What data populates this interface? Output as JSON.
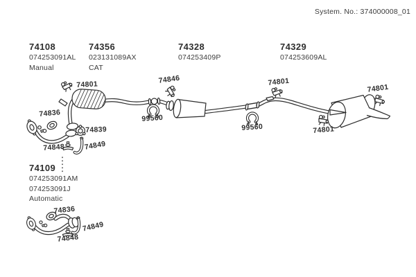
{
  "header": {
    "system_no": "System. No.: 374000008_01"
  },
  "groups": [
    {
      "number": "74108",
      "code": "074253091AL",
      "variant": "Manual"
    },
    {
      "number": "74356",
      "code": "023131089AX",
      "variant": "CAT"
    },
    {
      "number": "74328",
      "code": "074253409P"
    },
    {
      "number": "74329",
      "code": "074253609AL"
    },
    {
      "number": "74109",
      "code": "074253091AM",
      "code2": "074253091J",
      "variant": "Automatic"
    }
  ],
  "callouts": [
    {
      "part": "74801",
      "icon": "rubber-hanger-icon"
    },
    {
      "part": "74846",
      "icon": "rubber-hanger-icon"
    },
    {
      "part": "74801",
      "icon": "rubber-hanger-icon"
    },
    {
      "part": "74801",
      "icon": "rubber-hanger-icon"
    },
    {
      "part": "74801",
      "icon": "rubber-hanger-icon"
    },
    {
      "part": "74836",
      "icon": "gasket-ring-icon"
    },
    {
      "part": "74839",
      "icon": "flange-clamp-icon"
    },
    {
      "part": "99560",
      "icon": "pipe-clamp-icon"
    },
    {
      "part": "99560",
      "icon": "pipe-clamp-icon"
    },
    {
      "part": "74848",
      "icon": "mount-bracket-icon"
    },
    {
      "part": "74849",
      "icon": "hook-bracket-icon"
    },
    {
      "part": "74836",
      "icon": "gasket-ring-icon"
    },
    {
      "part": "74849",
      "icon": "hook-bracket-icon"
    },
    {
      "part": "74848",
      "icon": "mount-bracket-icon"
    }
  ],
  "colors": {
    "line": "#2d2d2d",
    "text": "#2e2e2e",
    "background": "#ffffff"
  }
}
